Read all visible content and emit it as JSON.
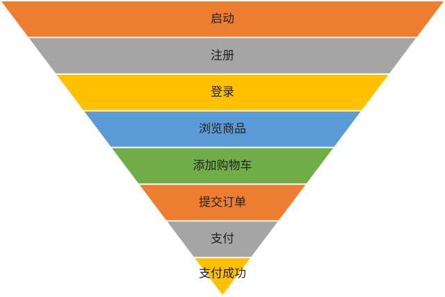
{
  "funnel": {
    "stages": [
      {
        "label": "启动",
        "color": "#ED7D31"
      },
      {
        "label": "注册",
        "color": "#A5A5A5"
      },
      {
        "label": "登录",
        "color": "#FFC000"
      },
      {
        "label": "浏览商品",
        "color": "#5B9BD5"
      },
      {
        "label": "添加购物车",
        "color": "#70AD47"
      },
      {
        "label": "提交订单",
        "color": "#ED7D31"
      },
      {
        "label": "支付",
        "color": "#A5A5A5"
      },
      {
        "label": "支付成功",
        "color": "#FFC000"
      }
    ]
  }
}
